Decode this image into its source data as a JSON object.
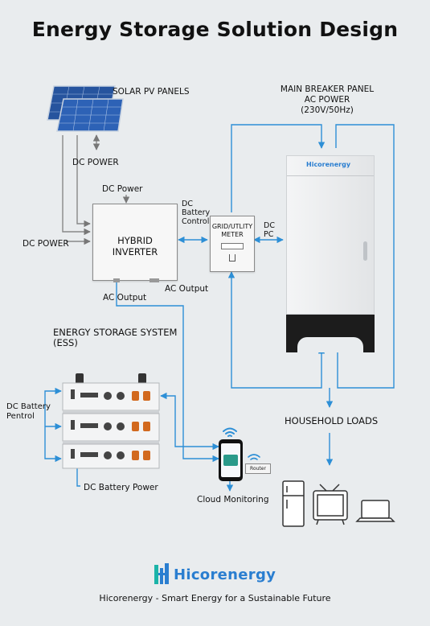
{
  "title": "Energy Storage Solution Design",
  "labels": {
    "solar_pv_panels": "SOLAR PV PANELS",
    "dc_power_top": "DC POWER",
    "dc_power_sub": "DC Power",
    "dc_power_left": "DC POWER",
    "dc_battery_control_1": "DC",
    "dc_battery_control_2": "Battery",
    "dc_battery_control_3": "Control",
    "hybrid_inverter": "HYBRID INVERTER",
    "ac_output_right": "AC Output",
    "ac_output_left": "AC Output",
    "grid_meter_1": "GRID/UTLITY",
    "grid_meter_2": "METER",
    "dc_pc_1": "DC",
    "dc_pc_2": "PC",
    "main_breaker_1": "MAIN BREAKER PANEL",
    "main_breaker_2": "AC POWER",
    "main_breaker_3": "(230V/50Hz)",
    "cabinet_brand": "Hicorenergy",
    "ess_1": "ENERGY STORAGE SYSTEM",
    "ess_2": "(ESS)",
    "dc_battery_pentrol_1": "DC Battery",
    "dc_battery_pentrol_2": "Pentrol",
    "dc_battery_power": "DC Battery Power",
    "cloud_monitoring": "Cloud Monitoring",
    "router_label": "Router",
    "household_loads": "HOUSEHOLD LOADS"
  },
  "footer": {
    "brand": "Hicorenergy",
    "tagline": "Hicorenergy - Smart Energy for a Sustainable Future"
  },
  "colors": {
    "arrow_blue": "#2d8fd6",
    "brand_blue": "#2a7ed0",
    "brand_teal": "#1bb3a8",
    "cabinet_dark": "#1c1c1c",
    "panel_blue": "#2b5fb0"
  }
}
